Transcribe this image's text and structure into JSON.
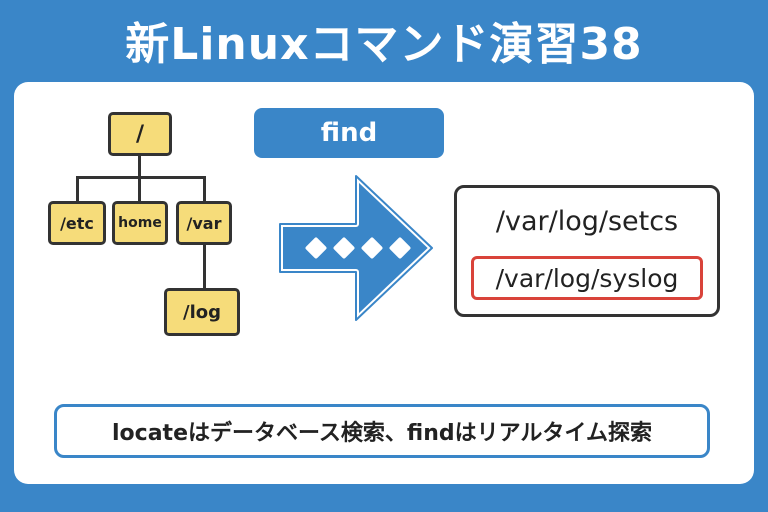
{
  "title": "新Linuxコマンド演習38",
  "tree": {
    "root": "/",
    "children": [
      "/etc",
      "home",
      "/var"
    ],
    "grandchild": "/log"
  },
  "command_label": "find",
  "results": [
    "/var/log/setcs",
    "/var/log/syslog"
  ],
  "caption": "locateはデータベース検索、findはリアルタイム探索",
  "colors": {
    "background": "#3a86c8",
    "node_fill": "#f6dc7a",
    "highlight": "#d9433a"
  }
}
